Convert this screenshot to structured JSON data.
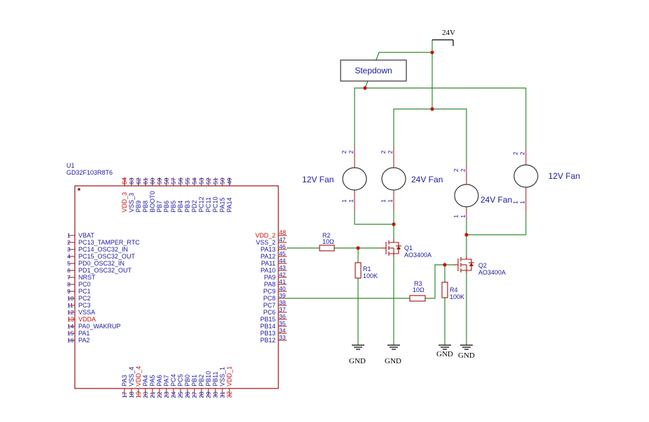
{
  "power": {
    "supply": "24V"
  },
  "stepdown": {
    "label": "Stepdown"
  },
  "mcu": {
    "ref": "U1",
    "part": "GD32F103R8T6",
    "left_pins": [
      {
        "num": "1",
        "name": "VBAT"
      },
      {
        "num": "2",
        "name": "PC13_TAMPER_RTC"
      },
      {
        "num": "3",
        "name": "PC14_OSC32_IN"
      },
      {
        "num": "4",
        "name": "PC15_OSC32_OUT"
      },
      {
        "num": "5",
        "name": "PD0_OSC32_IN"
      },
      {
        "num": "6",
        "name": "PD1_OSC32_OUT"
      },
      {
        "num": "7",
        "name": "NRST"
      },
      {
        "num": "8",
        "name": "PC0"
      },
      {
        "num": "9",
        "name": "PC1"
      },
      {
        "num": "10",
        "name": "PC2"
      },
      {
        "num": "11",
        "name": "PC3"
      },
      {
        "num": "12",
        "name": "VSSA"
      },
      {
        "num": "13",
        "name": "VDDA"
      },
      {
        "num": "14",
        "name": "PA0_WAKRUP"
      },
      {
        "num": "15",
        "name": "PA1"
      },
      {
        "num": "16",
        "name": "PA2"
      }
    ],
    "right_pins": [
      {
        "num": "48",
        "name": "VDD_2"
      },
      {
        "num": "47",
        "name": "VSS_2"
      },
      {
        "num": "46",
        "name": "PA13"
      },
      {
        "num": "45",
        "name": "PA12"
      },
      {
        "num": "44",
        "name": "PA11"
      },
      {
        "num": "43",
        "name": "PA10"
      },
      {
        "num": "42",
        "name": "PA9"
      },
      {
        "num": "41",
        "name": "PA8"
      },
      {
        "num": "40",
        "name": "PC9"
      },
      {
        "num": "39",
        "name": "PC8"
      },
      {
        "num": "38",
        "name": "PC7"
      },
      {
        "num": "37",
        "name": "PC6"
      },
      {
        "num": "36",
        "name": "PB15"
      },
      {
        "num": "35",
        "name": "PB14"
      },
      {
        "num": "34",
        "name": "PB13"
      },
      {
        "num": "33",
        "name": "PB12"
      }
    ],
    "top_pins": [
      {
        "num": "64",
        "name": "VDD_3"
      },
      {
        "num": "63",
        "name": "VSS_3"
      },
      {
        "num": "62",
        "name": "PB9"
      },
      {
        "num": "61",
        "name": "PB8"
      },
      {
        "num": "60",
        "name": "BOOT0"
      },
      {
        "num": "59",
        "name": "PB7"
      },
      {
        "num": "58",
        "name": "PB6"
      },
      {
        "num": "57",
        "name": "PB5"
      },
      {
        "num": "56",
        "name": "PB4"
      },
      {
        "num": "55",
        "name": "PB3"
      },
      {
        "num": "54",
        "name": "PD2"
      },
      {
        "num": "53",
        "name": "PC12"
      },
      {
        "num": "52",
        "name": "PC11"
      },
      {
        "num": "51",
        "name": "PC10"
      },
      {
        "num": "50",
        "name": "PA15"
      },
      {
        "num": "49",
        "name": "PA14"
      }
    ],
    "bottom_pins": [
      {
        "num": "17",
        "name": "PA3"
      },
      {
        "num": "18",
        "name": "VSS_4"
      },
      {
        "num": "19",
        "name": "VDD_4"
      },
      {
        "num": "20",
        "name": "PA4"
      },
      {
        "num": "21",
        "name": "PA5"
      },
      {
        "num": "22",
        "name": "PA6"
      },
      {
        "num": "23",
        "name": "PA7"
      },
      {
        "num": "24",
        "name": "PC4"
      },
      {
        "num": "25",
        "name": "PC5"
      },
      {
        "num": "26",
        "name": "PB0"
      },
      {
        "num": "27",
        "name": "PB1"
      },
      {
        "num": "28",
        "name": "PB2"
      },
      {
        "num": "29",
        "name": "PB10"
      },
      {
        "num": "30",
        "name": "PB11"
      },
      {
        "num": "31",
        "name": "VSS_1"
      },
      {
        "num": "32",
        "name": "VDD_1"
      }
    ]
  },
  "resistors": {
    "r1": {
      "ref": "R1",
      "value": "100K"
    },
    "r2": {
      "ref": "R2",
      "value": "10Ω"
    },
    "r3": {
      "ref": "R3",
      "value": "10Ω"
    },
    "r4": {
      "ref": "R4",
      "value": "100K"
    }
  },
  "mosfets": {
    "q1": {
      "ref": "Q1",
      "part": "AO3400A"
    },
    "q2": {
      "ref": "Q2",
      "part": "AO3400A"
    }
  },
  "fans": {
    "fan1": {
      "label": "12V Fan",
      "pin_top": "2",
      "pin_bottom": "1"
    },
    "fan2": {
      "label": "24V Fan",
      "pin_top": "2",
      "pin_bottom": "1"
    },
    "fan3": {
      "label": "24V Fan",
      "pin_top": "2",
      "pin_bottom": "1"
    },
    "fan4": {
      "label": "12V Fan",
      "pin_top": "2",
      "pin_bottom": "1"
    }
  },
  "grounds": [
    "GND",
    "GND",
    "GND",
    "GND"
  ],
  "colors": {
    "wire": "#2e8b2e",
    "part": "#a01010",
    "text": "#1a1aa0",
    "accent": "#cc1010"
  }
}
